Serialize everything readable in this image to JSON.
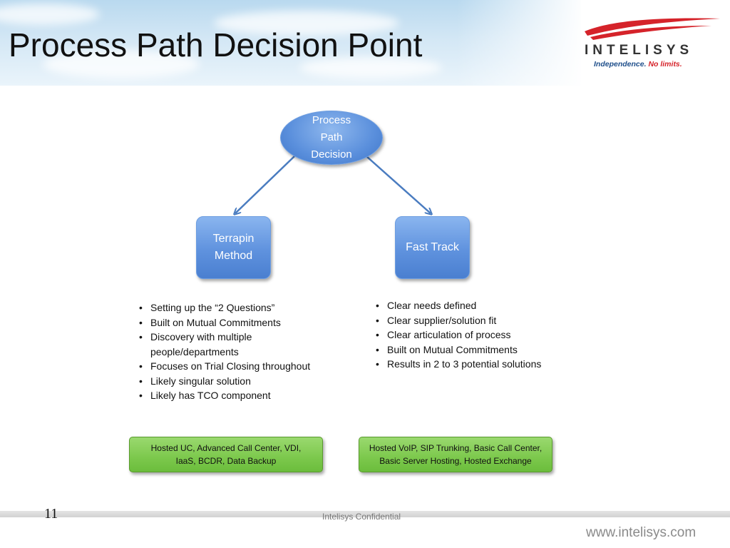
{
  "slide": {
    "title": "Process Path Decision Point"
  },
  "logo": {
    "name": "INTELISYS",
    "tagline_blue": "Independence.",
    "tagline_red": "No limits."
  },
  "diagram": {
    "root": "Process Path Decision",
    "left_node": "Terrapin Method",
    "right_node": "Fast Track",
    "left_bullets": [
      "Setting up the “2 Questions”",
      "Built on Mutual Commitments",
      "Discovery with multiple people/departments",
      "Focuses on Trial Closing throughout",
      "Likely singular solution",
      "Likely has TCO component"
    ],
    "right_bullets": [
      "Clear needs defined",
      "Clear supplier/solution fit",
      "Clear articulation of process",
      "Built on Mutual Commitments",
      "Results in 2 to 3 potential solutions"
    ],
    "left_solutions": "Hosted UC, Advanced Call Center, VDI, IaaS, BCDR, Data Backup",
    "right_solutions": "Hosted VoIP, SIP Trunking, Basic Call Center, Basic Server Hosting, Hosted Exchange"
  },
  "footer": {
    "page_number": "11",
    "confidential": "Intelisys Confidential",
    "website": "www.intelisys.com"
  },
  "colors": {
    "node_blue": "#5a8fdc",
    "solution_green": "#7cc84c",
    "connector": "#4a7cc0",
    "brand_red": "#d5232a",
    "brand_blue": "#1f4f8b"
  }
}
